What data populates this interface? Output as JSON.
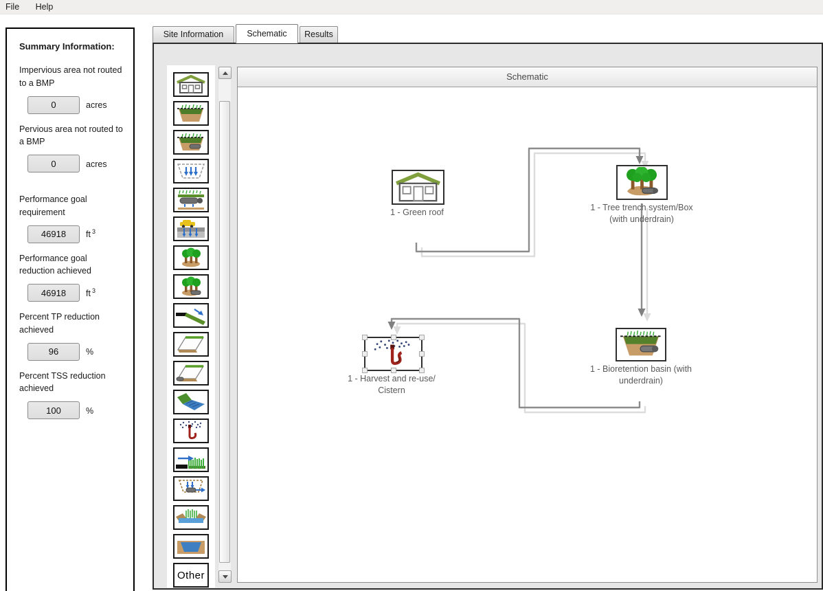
{
  "menu": {
    "items": [
      {
        "label": "File"
      },
      {
        "label": "Help"
      }
    ]
  },
  "summary": {
    "title": "Summary Information:",
    "fields": [
      {
        "label": "Impervious area not routed to a BMP",
        "value": "0",
        "unit": "acres",
        "unit_sup": ""
      },
      {
        "label": "Pervious area not routed to a BMP",
        "value": "0",
        "unit": "acres",
        "unit_sup": ""
      },
      {
        "label": "Performance goal requirement",
        "value": "46918",
        "unit": "ft",
        "unit_sup": "3"
      },
      {
        "label": "Performance goal reduction achieved",
        "value": "46918",
        "unit": "ft",
        "unit_sup": "3"
      },
      {
        "label": "Percent TP reduction achieved",
        "value": "96",
        "unit": "%",
        "unit_sup": ""
      },
      {
        "label": "Percent TSS reduction achieved",
        "value": "100",
        "unit": "%",
        "unit_sup": ""
      }
    ]
  },
  "tabs": {
    "items": [
      {
        "label": "Site Information",
        "active": false
      },
      {
        "label": "Schematic",
        "active": true
      },
      {
        "label": "Results",
        "active": false
      }
    ]
  },
  "toolbar": {
    "items": [
      {
        "icon": "green-roof"
      },
      {
        "icon": "bioretention-basin"
      },
      {
        "icon": "bioretention-basin-underdrain"
      },
      {
        "icon": "infiltration-basin"
      },
      {
        "icon": "infiltration-trench"
      },
      {
        "icon": "permeable-pavement"
      },
      {
        "icon": "tree-trench"
      },
      {
        "icon": "tree-trench-underdrain"
      },
      {
        "icon": "downspout-disconnection"
      },
      {
        "icon": "grass-swale"
      },
      {
        "icon": "grass-swale-underdrain"
      },
      {
        "icon": "wet-swale"
      },
      {
        "icon": "harvest-cistern"
      },
      {
        "icon": "filter-strip"
      },
      {
        "icon": "underground-detention"
      },
      {
        "icon": "constructed-wetland"
      },
      {
        "icon": "wet-pond"
      },
      {
        "icon": "other",
        "label": "Other"
      }
    ]
  },
  "schematic": {
    "header": "Schematic",
    "nodes": [
      {
        "id": "green-roof",
        "line1": "1 - Green roof",
        "line2": "",
        "selected": false
      },
      {
        "id": "tree-trench",
        "line1": "1 - Tree trench system/Box",
        "line2": "(with underdrain)",
        "selected": false
      },
      {
        "id": "bioretention",
        "line1": "1 - Bioretention basin (with",
        "line2": "underdrain)",
        "selected": false
      },
      {
        "id": "harvest",
        "line1": "1 - Harvest and re-use/",
        "line2": "Cistern",
        "selected": true
      }
    ],
    "connections": [
      {
        "from": "green-roof",
        "to": "tree-trench"
      },
      {
        "from": "tree-trench",
        "to": "bioretention"
      },
      {
        "from": "bioretention",
        "to": "harvest"
      }
    ]
  }
}
